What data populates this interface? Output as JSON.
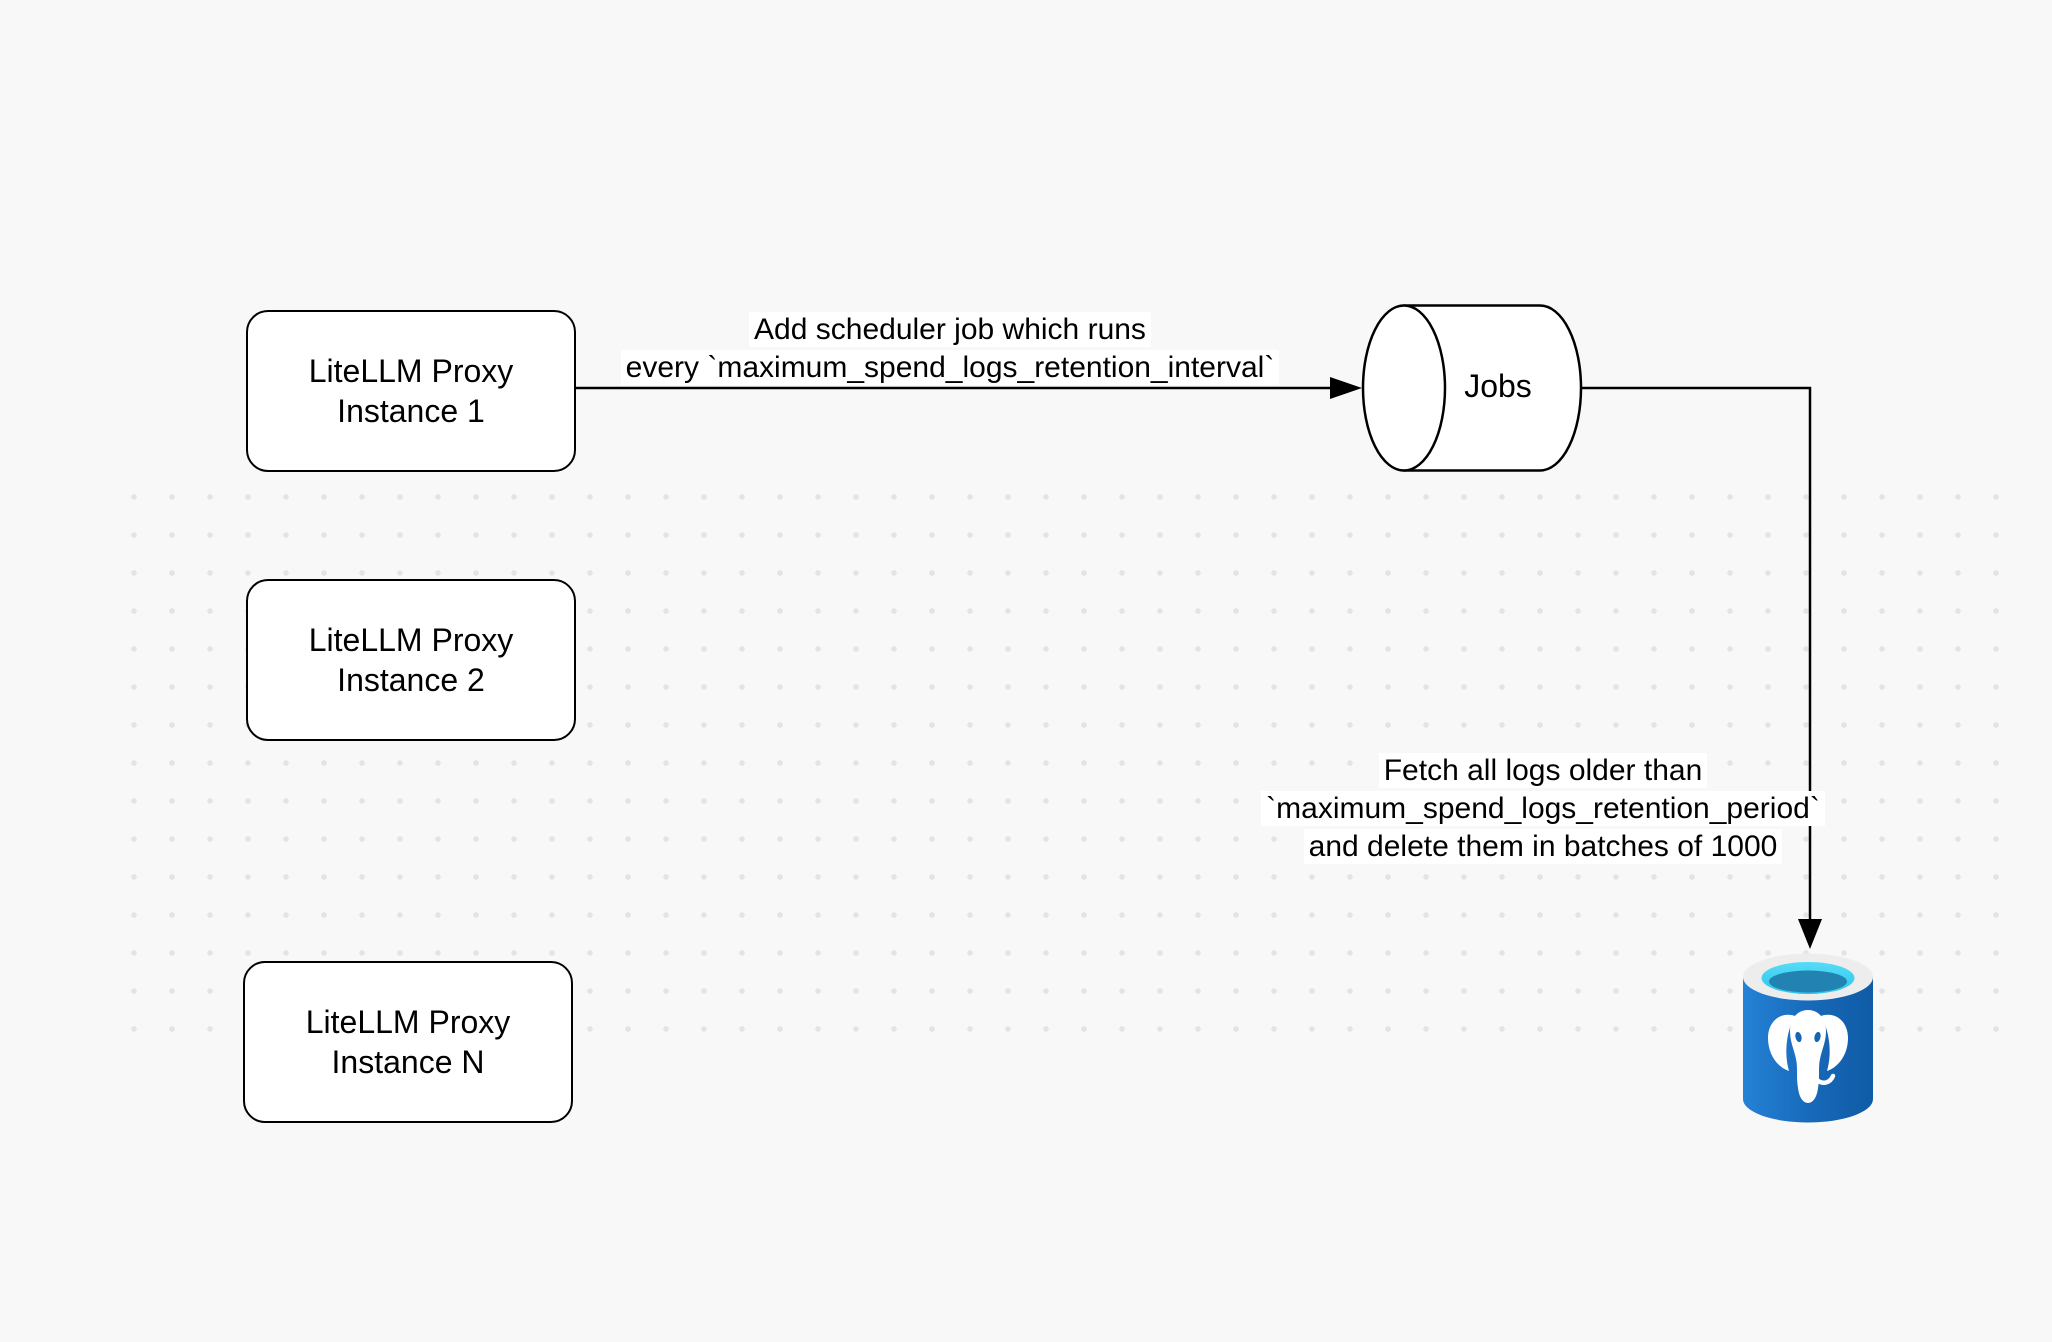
{
  "nodes": {
    "proxy_instances": [
      {
        "line1": "LiteLLM Proxy",
        "line2": "Instance 1"
      },
      {
        "line1": "LiteLLM Proxy",
        "line2": "Instance 2"
      },
      {
        "line1": "LiteLLM Proxy",
        "line2": "Instance N"
      }
    ],
    "jobs": {
      "label": "Jobs"
    },
    "database": {
      "icon": "postgresql-database-icon"
    }
  },
  "edges": {
    "schedule": {
      "line1": "Add scheduler job which runs",
      "line2": "every `maximum_spend_logs_retention_interval`"
    },
    "cleanup": {
      "line1": "Fetch all logs older than",
      "line2": "`maximum_spend_logs_retention_period`",
      "line3": "and delete them in batches of 1000"
    }
  },
  "colors": {
    "canvas_background": "#f8f8f8",
    "grid_dot": "#e3e3e3",
    "shape_fill": "#ffffff",
    "shape_stroke": "#000000",
    "postgres_body_blue": "#1a6fc4",
    "postgres_body_blue_dark": "#0f5ba6",
    "postgres_rim": "#ededed",
    "postgres_opening_cyan": "#3fd0f0",
    "postgres_opening_teal": "#2282b2",
    "postgres_elephant": "#ffffff"
  }
}
